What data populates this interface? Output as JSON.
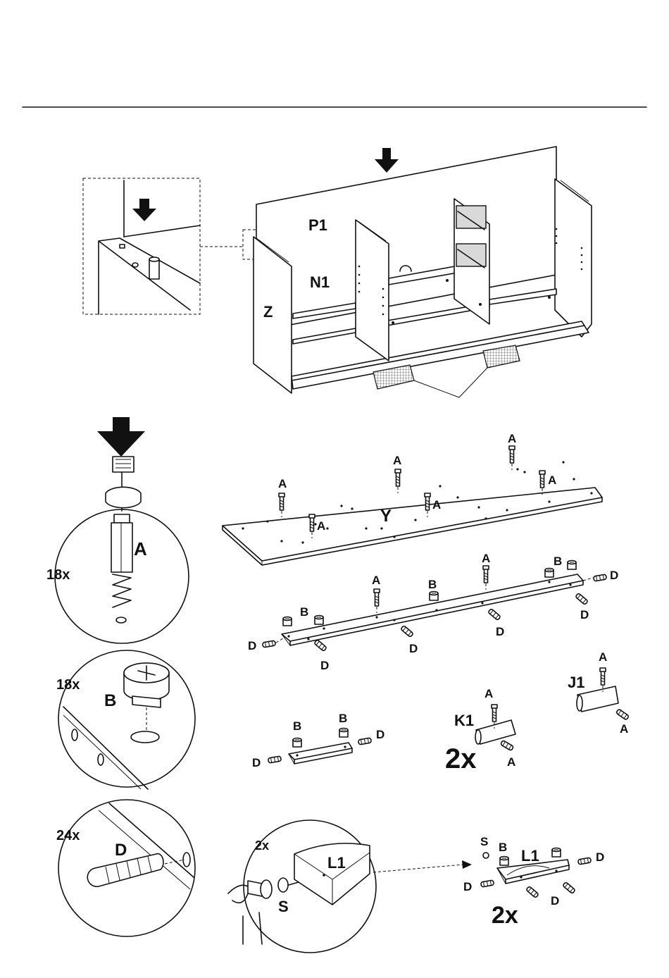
{
  "labels": {
    "panel_back": "P1",
    "shelf_n1": "N1",
    "side_z": "Z",
    "board_y": "Y",
    "fitting_a": "A",
    "fitting_b": "B",
    "dowel_d": "D",
    "screw_s": "S",
    "part_j1": "J1",
    "part_k1": "K1",
    "part_l1": "L1"
  },
  "quantities": {
    "a_count": "18x",
    "b_count": "18x",
    "d_count": "24x",
    "k1_count": "2x",
    "l1_count": "2x",
    "l1_detail_count": "2x"
  }
}
